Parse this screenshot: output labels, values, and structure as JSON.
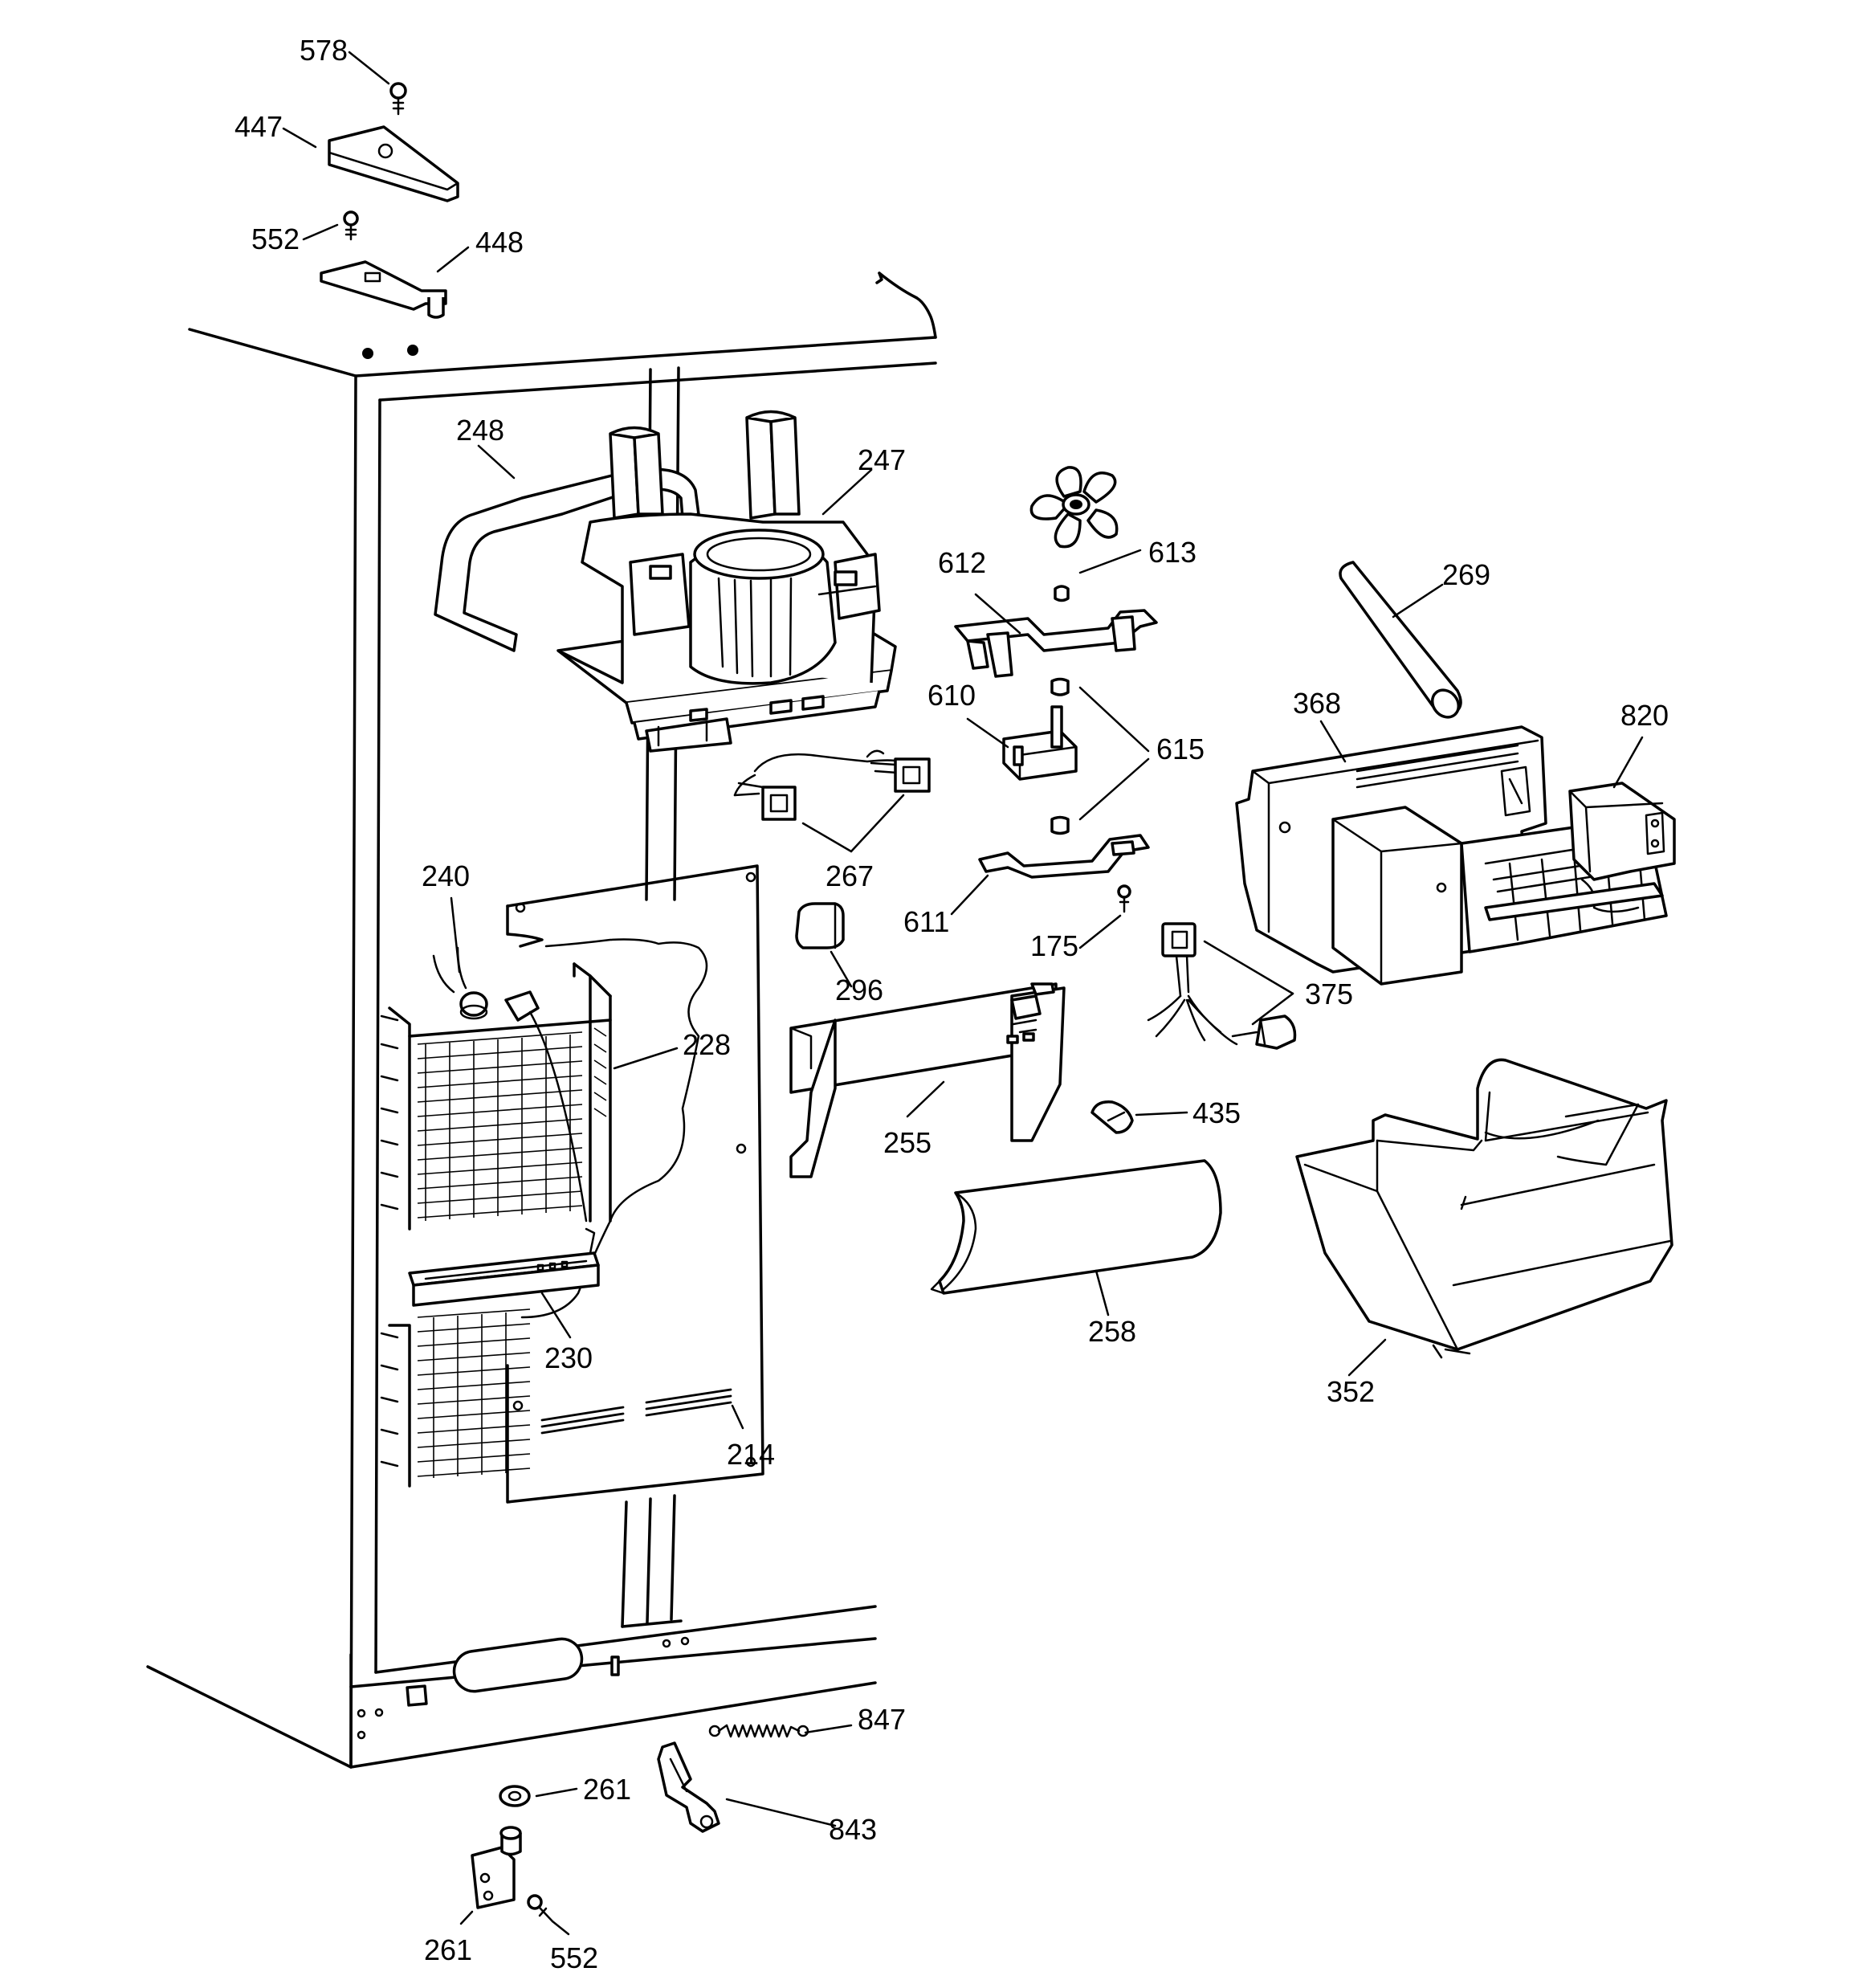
{
  "callouts": [
    {
      "id": "c578a",
      "text": "578"
    },
    {
      "id": "c447",
      "text": "447"
    },
    {
      "id": "c552a",
      "text": "552"
    },
    {
      "id": "c448",
      "text": "448"
    },
    {
      "id": "c248",
      "text": "248"
    },
    {
      "id": "c247",
      "text": "247"
    },
    {
      "id": "c613",
      "text": "613"
    },
    {
      "id": "c612",
      "text": "612"
    },
    {
      "id": "c269",
      "text": "269"
    },
    {
      "id": "c610",
      "text": "610"
    },
    {
      "id": "c615",
      "text": "615"
    },
    {
      "id": "c368",
      "text": "368"
    },
    {
      "id": "c820",
      "text": "820"
    },
    {
      "id": "c267",
      "text": "267"
    },
    {
      "id": "c611",
      "text": "611"
    },
    {
      "id": "c240",
      "text": "240"
    },
    {
      "id": "c175",
      "text": "175"
    },
    {
      "id": "c296",
      "text": "296"
    },
    {
      "id": "c375",
      "text": "375"
    },
    {
      "id": "c228",
      "text": "228"
    },
    {
      "id": "c435",
      "text": "435"
    },
    {
      "id": "c255",
      "text": "255"
    },
    {
      "id": "c258",
      "text": "258"
    },
    {
      "id": "c230",
      "text": "230"
    },
    {
      "id": "c352",
      "text": "352"
    },
    {
      "id": "c214",
      "text": "214"
    },
    {
      "id": "c847",
      "text": "847"
    },
    {
      "id": "c261a",
      "text": "261"
    },
    {
      "id": "c843",
      "text": "843"
    },
    {
      "id": "c261b",
      "text": "261"
    },
    {
      "id": "c552b",
      "text": "552"
    }
  ]
}
